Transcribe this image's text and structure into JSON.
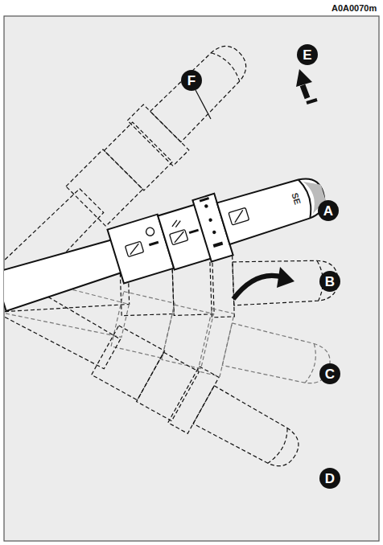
{
  "diagram": {
    "labels": [
      "A0A0070m",
      "E",
      "F",
      "A",
      "B",
      "C",
      "D",
      "SE"
    ]
  }
}
